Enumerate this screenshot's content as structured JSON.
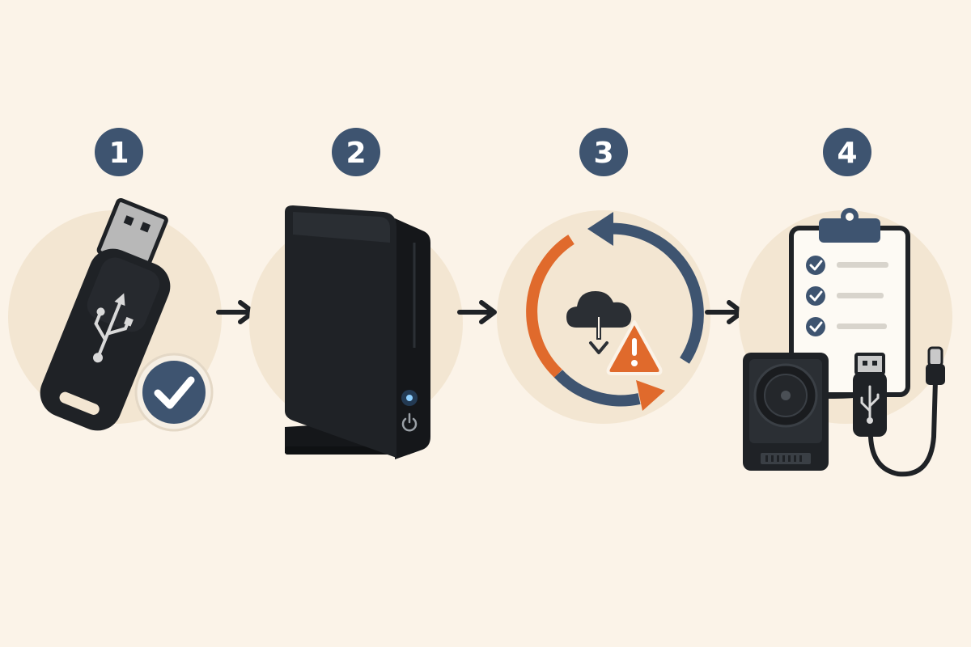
{
  "colors": {
    "background": "#fbf3e8",
    "halo": "#f3e6d2",
    "badge": "#3e5470",
    "device": "#1f2226",
    "accent_orange": "#e06a2c",
    "accent_blue": "#3e5470",
    "white": "#ffffff"
  },
  "steps": [
    {
      "number": "1",
      "icon": "usb-flash-drive-icon"
    },
    {
      "number": "2",
      "icon": "external-drive-tower-icon"
    },
    {
      "number": "3",
      "icon": "sync-cloud-warning-icon"
    },
    {
      "number": "4",
      "icon": "checklist-drive-cable-icon"
    }
  ],
  "connectors": [
    "arrow-right-icon",
    "arrow-right-icon",
    "arrow-right-icon"
  ]
}
